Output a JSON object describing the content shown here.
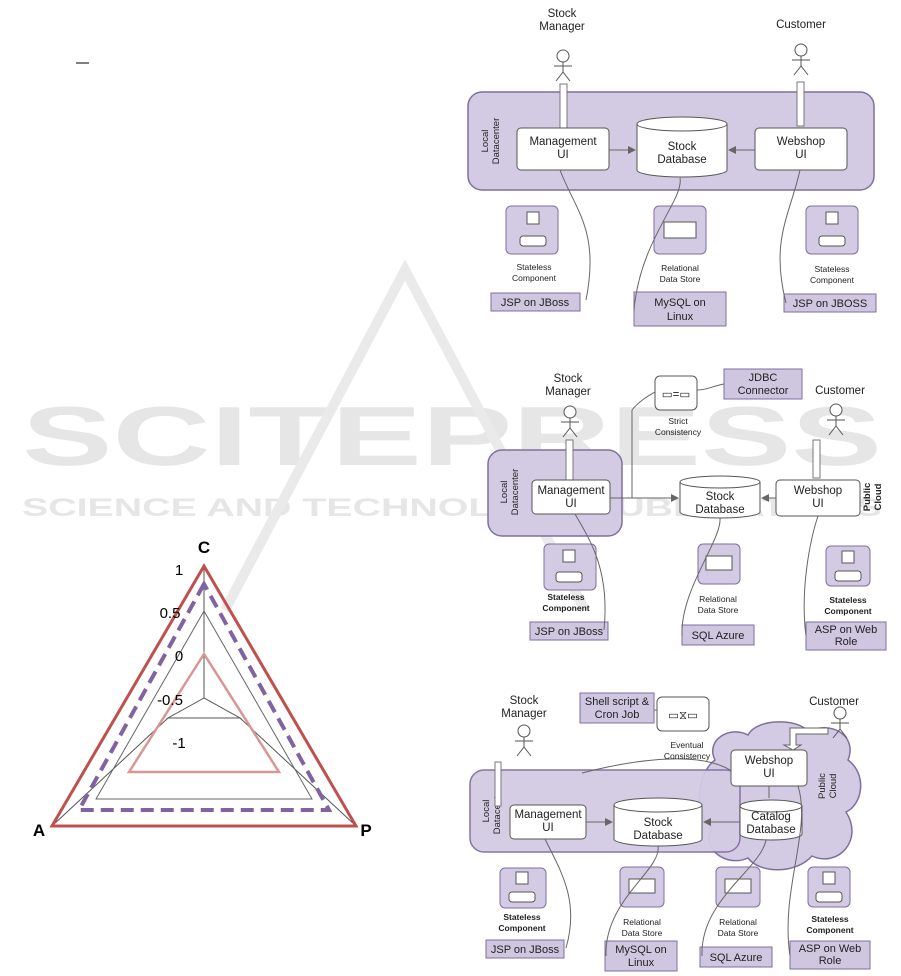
{
  "radar": {
    "axis_c": "C",
    "axis_a": "A",
    "axis_p": "P",
    "ticks": [
      "1",
      "0.5",
      "0",
      "-0.5",
      "-1"
    ]
  },
  "watermark": {
    "line1": "SCITEPRESS",
    "line2": "SCIENCE AND TECHNOLOGY PUBLICATIONS"
  },
  "actors": {
    "stock_manager": "Stock\nManager",
    "customer": "Customer"
  },
  "regions": {
    "local_datacenter": "Local\nDatacenter",
    "public_cloud": "Public\nCloud"
  },
  "components": {
    "management_ui": "Management\nUI",
    "webshop_ui": "Webshop\nUI",
    "stock_database": "Stock\nDatabase",
    "catalog_database": "Catalog\nDatabase",
    "stateless_component": "Stateless\nComponent",
    "relational_data_store": "Relational\nData Store",
    "strict_consistency": "Strict\nConsistency",
    "eventual_consistency": "Eventual\nConsistency"
  },
  "tags": {
    "jsp_jboss": "JSP on JBoss",
    "jsp_jboss_caps": "JSP on JBOSS",
    "mysql_linux": "MySQL on\nLinux",
    "sql_azure": "SQL Azure",
    "asp_webrole": "ASP on Web\nRole",
    "jdbc_connector": "JDBC\nConnector",
    "shell_cron": "Shell script &\nCron Job"
  },
  "colors": {
    "region_fill": "#d3cbe3",
    "region_stroke": "#7f6f9f",
    "tag_fill": "#cfc6e0",
    "radar_outer": "#c0504d",
    "radar_inner": "#d99694",
    "radar_dashed": "#8064a2"
  }
}
